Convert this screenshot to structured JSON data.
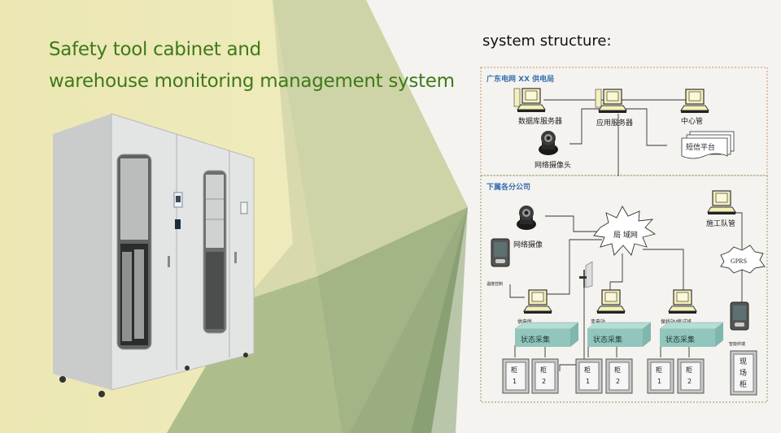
{
  "slide": {
    "title_lines": [
      "Safety tool cabinet and",
      "warehouse monitoring management system"
    ],
    "structure_heading": "system structure:"
  },
  "colors": {
    "title_green": "#3d7a18",
    "group_label_blue": "#3a6fb0",
    "hq_border": "#c8906a",
    "branch_border": "#8a9a6a",
    "collector_teal": "#8fc4bc"
  },
  "diagram": {
    "hq_group": {
      "label": "广东电网 XX 供电局",
      "nodes": {
        "db_server": "数据库服务器",
        "app_server": "应用服务器",
        "center_mgmt": "中心管",
        "sms_platform": "短信平台",
        "network_camera": "网络摄像头"
      }
    },
    "branch_group": {
      "label": "下属各分公司",
      "nodes": {
        "network_camera": "网络摄像",
        "lan": "局 域网",
        "construction_team": "施工队管",
        "gprs": "GPRS",
        "temp_humidity": "温度控制",
        "smart_terminal": "智能终端"
      },
      "stations": [
        {
          "name": "供电所",
          "collector": "状态采集",
          "cabinets": [
            {
              "label": "柜",
              "num": "1"
            },
            {
              "label": "柜",
              "num": "2"
            }
          ]
        },
        {
          "name": "变电站",
          "collector": "状态采集",
          "cabinets": [
            {
              "label": "柜",
              "num": "1"
            },
            {
              "label": "柜",
              "num": "2"
            }
          ]
        },
        {
          "name": "保线站/修试班",
          "collector": "状态采集",
          "cabinets": [
            {
              "label": "柜",
              "num": "1"
            },
            {
              "label": "柜",
              "num": "2"
            }
          ]
        }
      ],
      "field_cabinet": [
        "现",
        "场",
        "柜"
      ]
    }
  }
}
